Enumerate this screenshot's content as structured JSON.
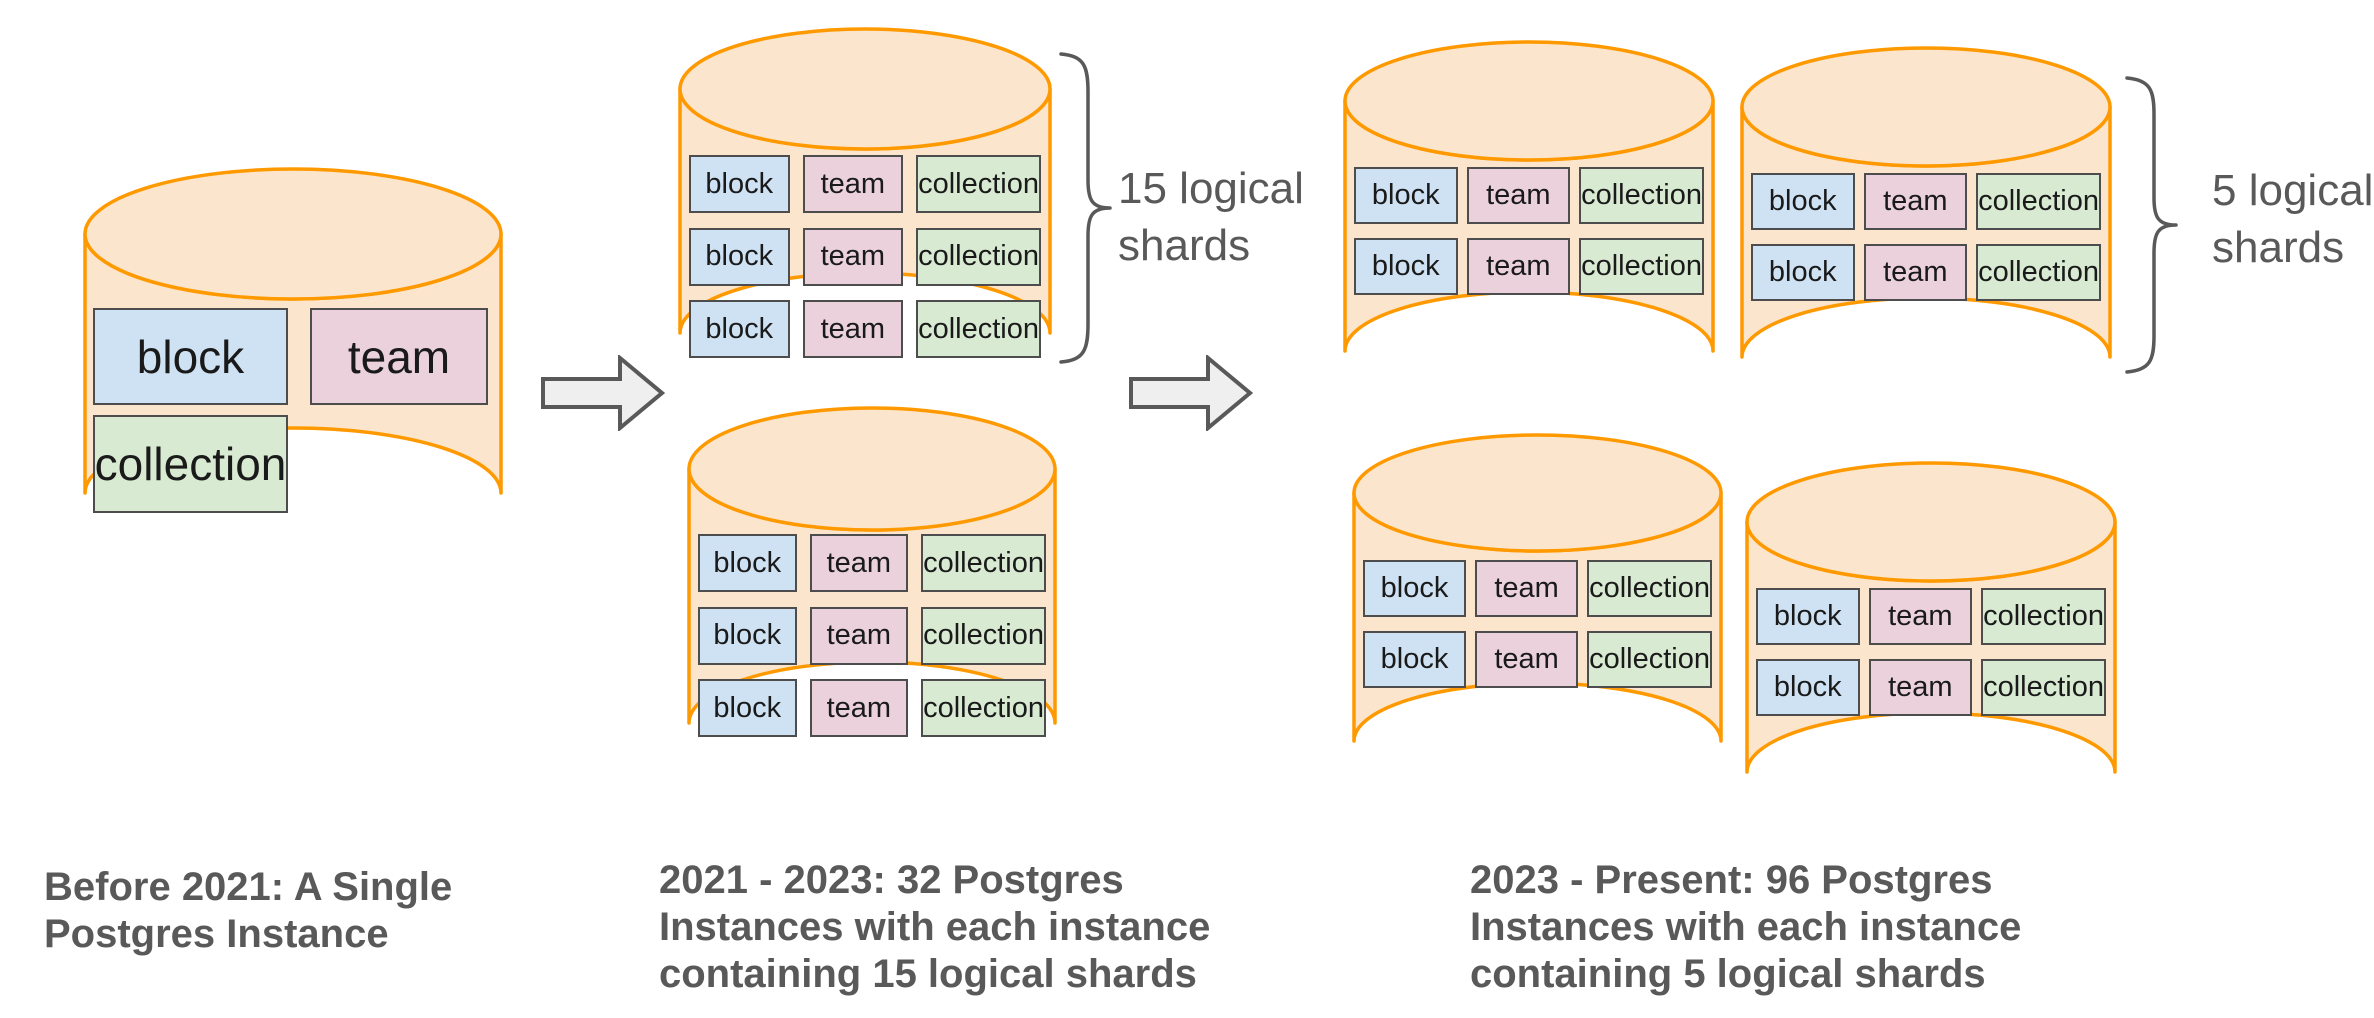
{
  "labels": {
    "block": "block",
    "team": "team",
    "collection": "collection"
  },
  "stage1": {
    "caption": "Before 2021: A Single\nPostgres Instance"
  },
  "stage2": {
    "caption": "2021 - 2023: 32 Postgres\nInstances with each instance\ncontaining 15 logical shards",
    "shards_note": "15 logical\nshards"
  },
  "stage3": {
    "caption": "2023 - Present: 96 Postgres\nInstances with each instance\ncontaining 5 logical shards",
    "shards_note": "5 logical\nshards"
  },
  "colors": {
    "cylinder_fill": "#FCE5CD",
    "cylinder_stroke": "#FF9900",
    "block_fill": "#CFE2F3",
    "team_fill": "#EAD1DC",
    "collection_fill": "#D9EAD3",
    "box_border": "#4D4D4D",
    "arrow_fill": "#EFEFEF",
    "line_gray": "#595959"
  }
}
